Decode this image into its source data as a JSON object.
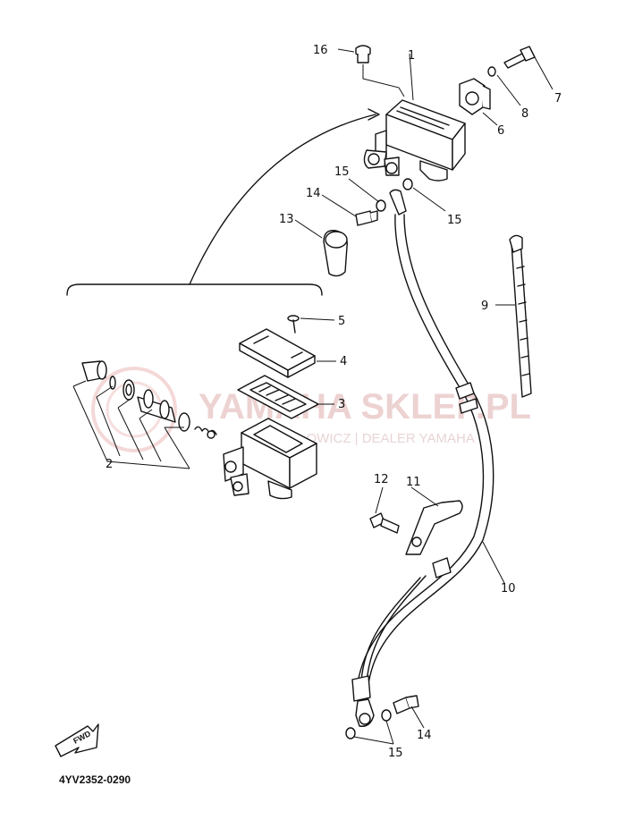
{
  "diagram": {
    "part_code": "4YV2352-0290",
    "fwd_label": "FWD",
    "watermark": {
      "main": "YAMAHA SKLEP.PL",
      "sub": "...OWICZ | DEALER YAMAHA"
    },
    "callouts": [
      "1",
      "2",
      "3",
      "4",
      "5",
      "6",
      "7",
      "8",
      "9",
      "10",
      "11",
      "12",
      "13",
      "14",
      "14",
      "15",
      "15",
      "15",
      "16"
    ]
  }
}
